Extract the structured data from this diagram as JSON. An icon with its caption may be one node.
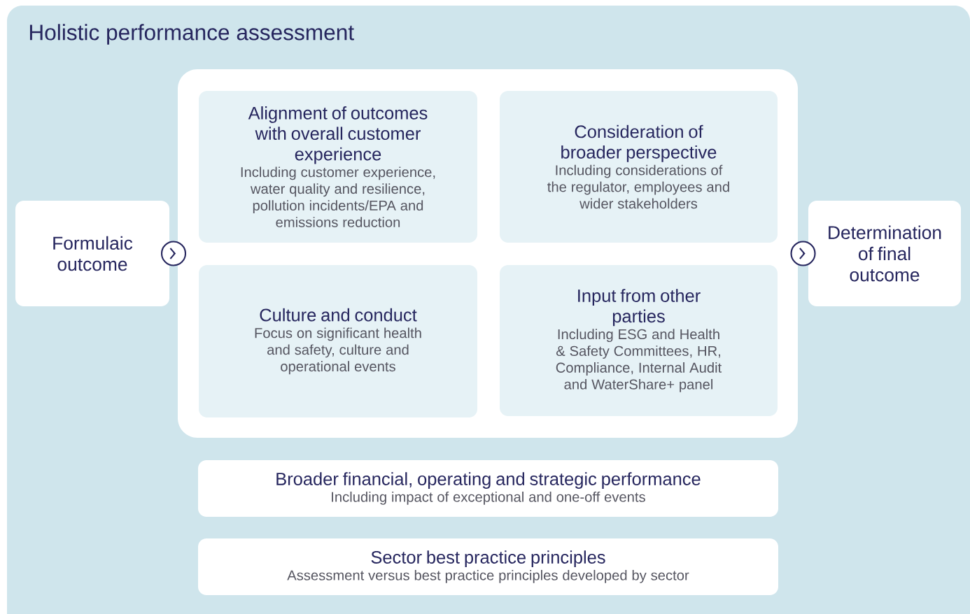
{
  "diagram": {
    "nodes": [
      {
        "text": [
          "Holistic performance assessment"
        ]
      },
      {
        "text": [
          "Formulaic outcome"
        ],
        "in": 0
      },
      {
        "text": [],
        "shape": "box",
        "in": 0
      },
      {
        "text": [
          "Alignment of outcomes with overall customer experience",
          "Including customer experience, water quality and resilience, pollution incidents/EPA and emissions reduction"
        ],
        "in": 2
      },
      {
        "text": [
          "Consideration of broader perspective",
          "Including considerations of the regulator, employees and wider stakeholders"
        ],
        "in": 2
      },
      {
        "text": [
          "Culture and conduct",
          "Focus on significant health and safety, culture and operational events"
        ],
        "in": 2
      },
      {
        "text": [
          "Input from other parties",
          "Including ESG and Health & Safety Committees, HR, Compliance, Internal Audit and WaterShare+ panel"
        ],
        "in": 2
      },
      {
        "text": [
          "Determination of final outcome"
        ],
        "in": 0
      },
      {
        "text": [
          "Broader financial, operating and strategic performance",
          "Including impact of exceptional and one-off events"
        ],
        "in": 0
      },
      {
        "text": [
          "Sector best practice principles",
          "Assessment versus best practice principles developed by sector"
        ],
        "in": 0
      }
    ],
    "edges": [
      {
        "from": 1,
        "to": 2,
        "arrow": "to"
      },
      {
        "from": 2,
        "to": 7,
        "arrow": "to"
      }
    ]
  }
}
